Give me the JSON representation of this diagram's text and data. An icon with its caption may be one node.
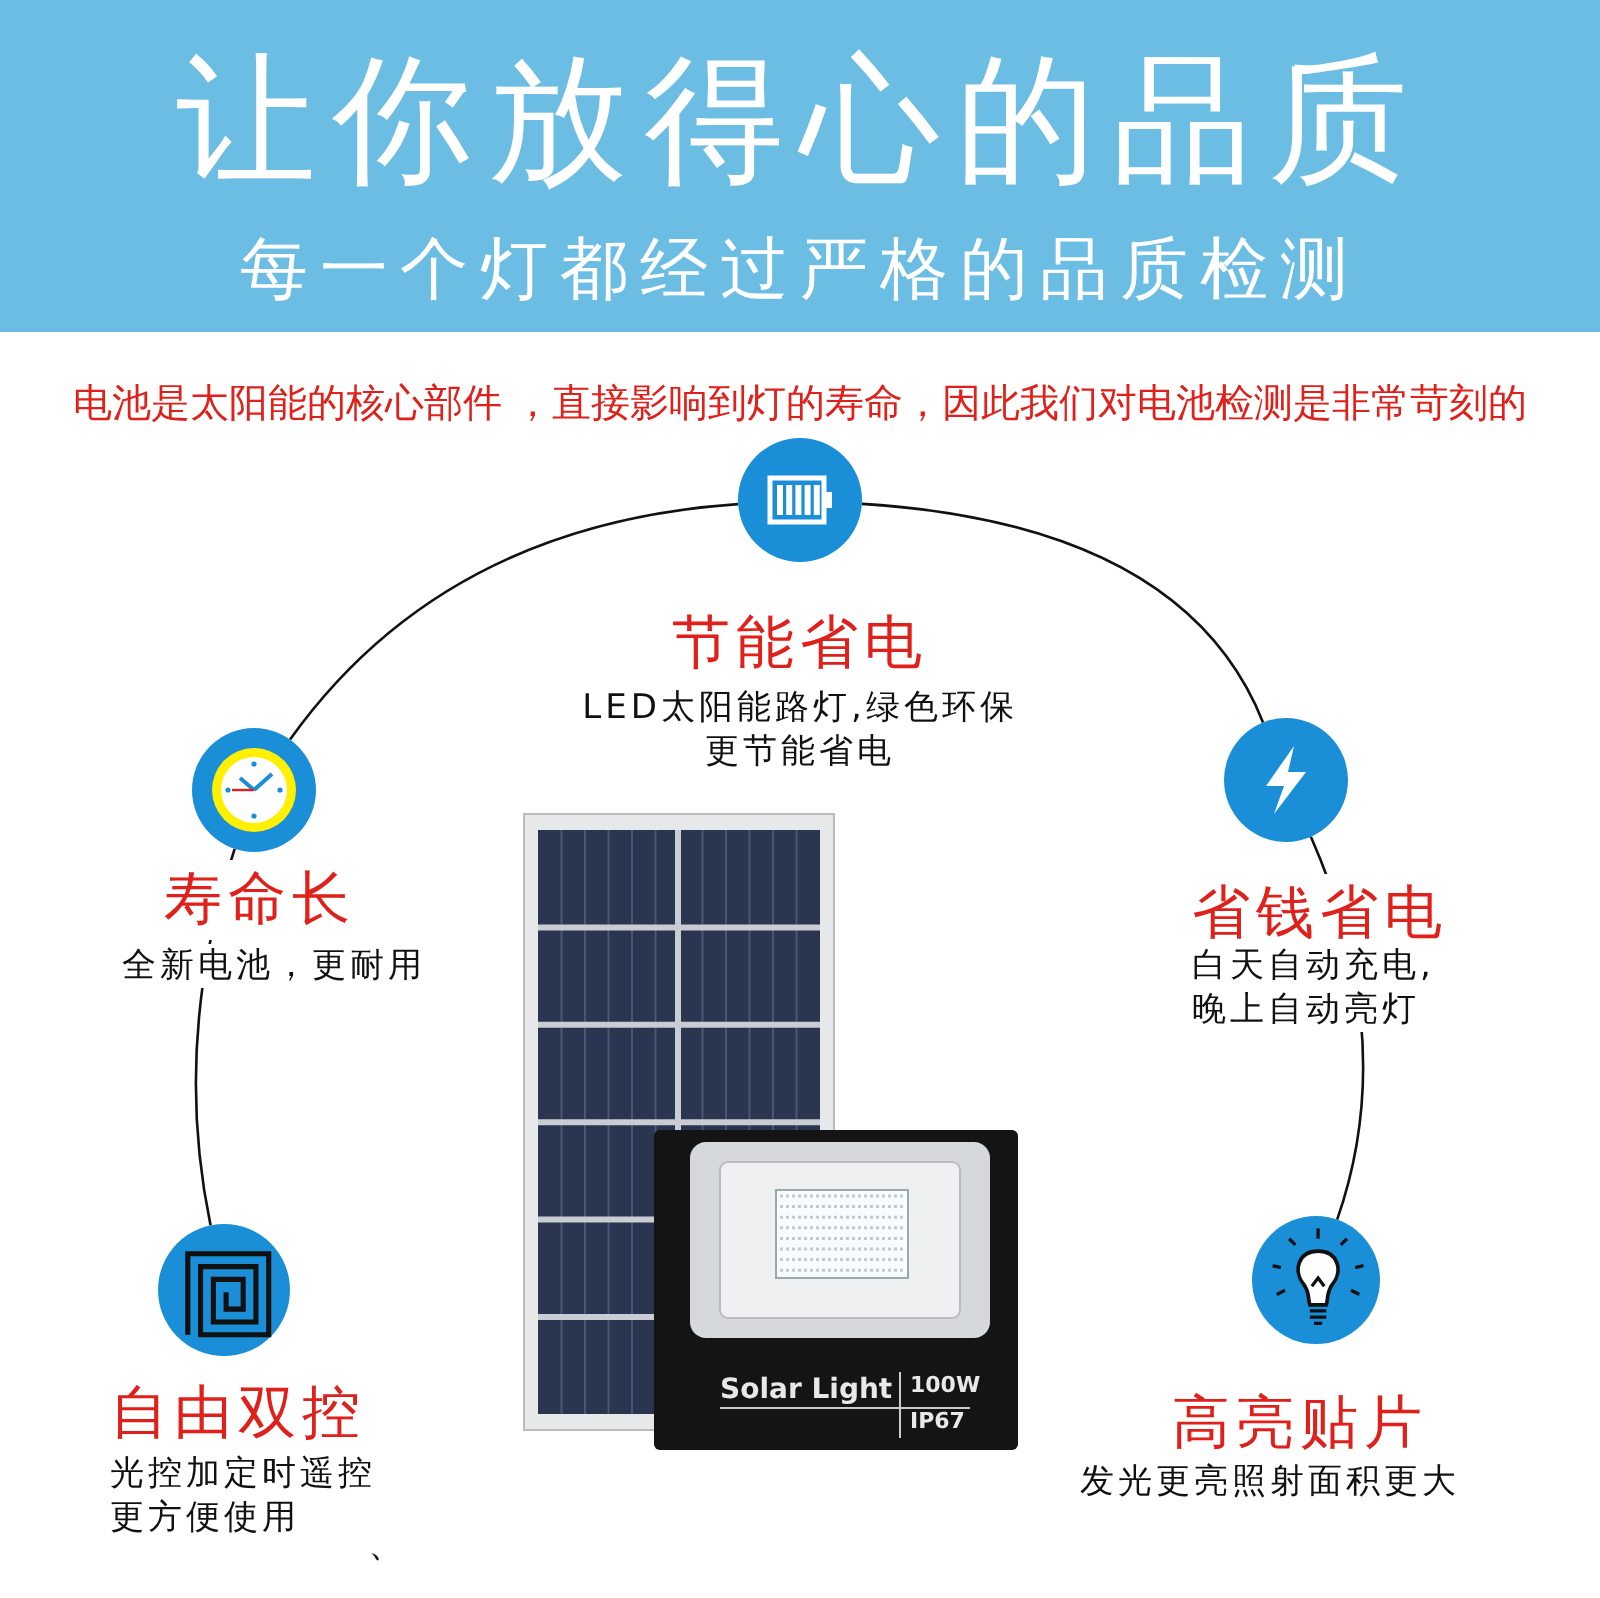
{
  "diagram": {
    "title": "让你放得心的品质",
    "nodes": [
      {
        "text": [],
        "shape": "circle",
        "beside": [
          "节能省电",
          "LED太阳能路灯,绿色环保更节能省电"
        ]
      },
      {
        "text": [],
        "shape": "circle",
        "beside": [
          "寿命长",
          "全新电池，更耐用"
        ]
      },
      {
        "text": [],
        "shape": "circle",
        "beside": [
          "省钱省电",
          "白天自动充电,晚上自动亮灯"
        ]
      },
      {
        "text": [],
        "shape": "circle",
        "beside": [
          "自由双控",
          "光控加定时遥控更方便使用"
        ]
      },
      {
        "text": [],
        "shape": "circle",
        "beside": [
          "高亮贴片",
          "发光更亮照射面积更大"
        ]
      }
    ],
    "edges": [
      {
        "from": 0,
        "to": 1,
        "arrow": "none"
      },
      {
        "from": 0,
        "to": 2,
        "arrow": "none"
      },
      {
        "from": 1,
        "to": 3,
        "arrow": "none"
      },
      {
        "from": 2,
        "to": 4,
        "arrow": "none"
      }
    ],
    "labels": [
      "每一个灯都经过严格的品质检测",
      "电池是太阳能的核心部件 ，直接影响到灯的寿命，因此我们对电池检测是非常苛刻的",
      "Solar Light",
      "100W",
      "IP67",
      "、"
    ]
  }
}
